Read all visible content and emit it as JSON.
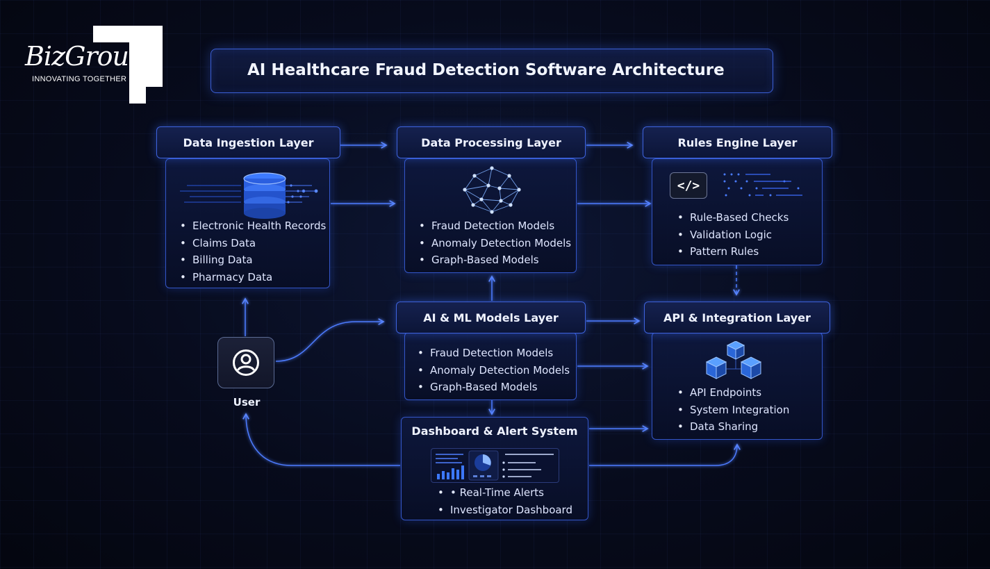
{
  "logo": {
    "name": "BizGroup",
    "tagline": "INNOVATING TOGETHER"
  },
  "title": "AI Healthcare Fraud Detection Software Architecture",
  "layers": {
    "data_ingestion": {
      "title": "Data Ingestion Layer",
      "items": [
        "Electronic Health Records",
        "Claims Data",
        "Billing Data",
        "Pharmacy Data"
      ]
    },
    "data_processing": {
      "title": "Data Processing Layer",
      "items": [
        "Fraud Detection Models",
        "Anomaly Detection Models",
        "Graph-Based Models"
      ]
    },
    "rules_engine": {
      "title": "Rules Engine Layer",
      "icon": "code-icon",
      "items": [
        "Rule-Based Checks",
        "Validation Logic",
        "Pattern Rules"
      ]
    },
    "ai_ml_models": {
      "title": "AI & ML Models Layer",
      "items": [
        "Fraud Detection Models",
        "Anomaly Detection Models",
        "Graph-Based Models"
      ]
    },
    "api_integration": {
      "title": "API & Integration Layer",
      "items": [
        "API Endpoints",
        "System Integration",
        "Data Sharing"
      ]
    },
    "dashboard": {
      "title": "Dashboard & Alert System",
      "items": [
        "• Real-Time Alerts",
        "Investigator Dashboard"
      ]
    }
  },
  "user": {
    "label": "User",
    "icon": "user-icon"
  },
  "colors": {
    "accent": "#3e63de",
    "wire": "#4d7cff",
    "background": "#070b1c"
  }
}
